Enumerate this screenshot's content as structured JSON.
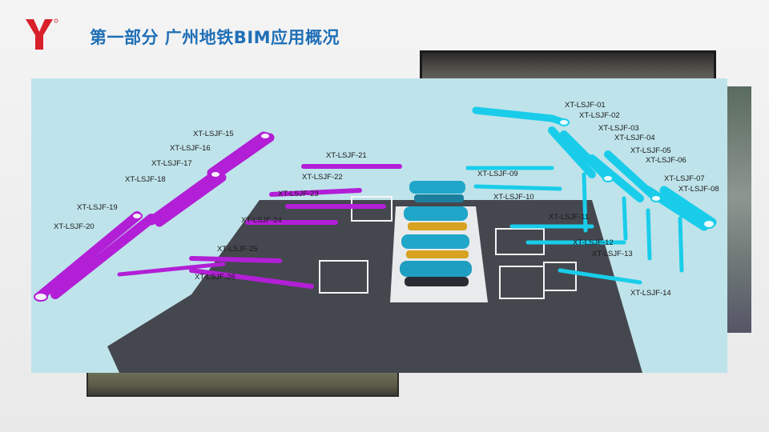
{
  "header": {
    "title": "第一部分 广州地铁BIM应用概况",
    "logo_icon": "brand-logo-icon",
    "accent_color": "#1f6fb6",
    "logo_color": "#d8202b"
  },
  "model": {
    "pipe_colors": {
      "left_system": "#b21fd6",
      "right_system": "#19cdea"
    },
    "labels": [
      "XT-LSJF-01",
      "XT-LSJF-02",
      "XT-LSJF-03",
      "XT-LSJF-04",
      "XT-LSJF-05",
      "XT-LSJF-06",
      "XT-LSJF-07",
      "XT-LSJF-08",
      "XT-LSJF-09",
      "XT-LSJF-10",
      "XT-LSJF-11",
      "XT-LSJF-12",
      "XT-LSJF-13",
      "XT-LSJF-14",
      "XT-LSJF-15",
      "XT-LSJF-16",
      "XT-LSJF-17",
      "XT-LSJF-18",
      "XT-LSJF-19",
      "XT-LSJF-20",
      "XT-LSJF-21",
      "XT-LSJF-22",
      "XT-LSJF-23",
      "XT-LSJF-24",
      "XT-LSJF-25",
      "XT-LSJF-26"
    ]
  }
}
